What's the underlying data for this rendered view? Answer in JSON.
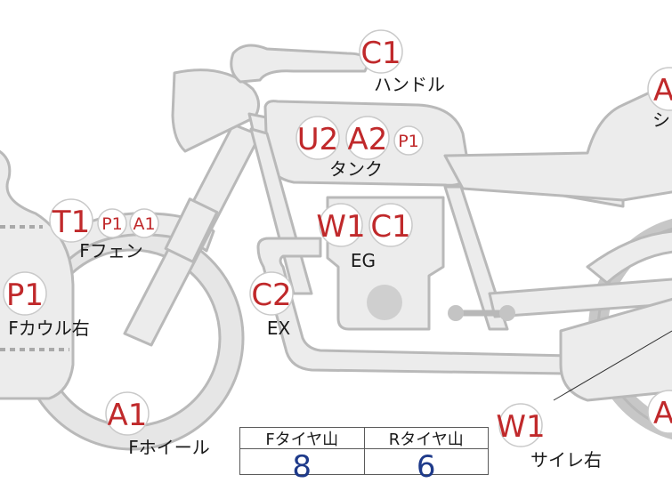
{
  "parts": {
    "handle": {
      "label": "ハンドル",
      "codes": [
        "C1"
      ]
    },
    "tank": {
      "label": "タンク",
      "codes": [
        "U2",
        "A2",
        "P1"
      ]
    },
    "engine": {
      "label": "EG",
      "codes": [
        "W1",
        "C1"
      ]
    },
    "exhaust": {
      "label": "EX",
      "codes": [
        "C2"
      ]
    },
    "front_fender": {
      "label": "Fフェン",
      "codes": [
        "T1",
        "P1",
        "A1"
      ]
    },
    "front_cowl_right": {
      "label": "Fカウル右",
      "codes": [
        "P1"
      ]
    },
    "front_wheel": {
      "label": "Fホイール",
      "codes": [
        "A1"
      ]
    },
    "silencer_right": {
      "label": "サイレ右",
      "codes": [
        "W1"
      ]
    },
    "seat_partial": {
      "label": "シ",
      "codes": [
        "A"
      ]
    },
    "rear_partial": {
      "codes": [
        "A"
      ]
    }
  },
  "tire_tread": {
    "front": {
      "label": "Fタイヤ山",
      "value": "8"
    },
    "rear": {
      "label": "Rタイヤ山",
      "value": "6"
    }
  }
}
